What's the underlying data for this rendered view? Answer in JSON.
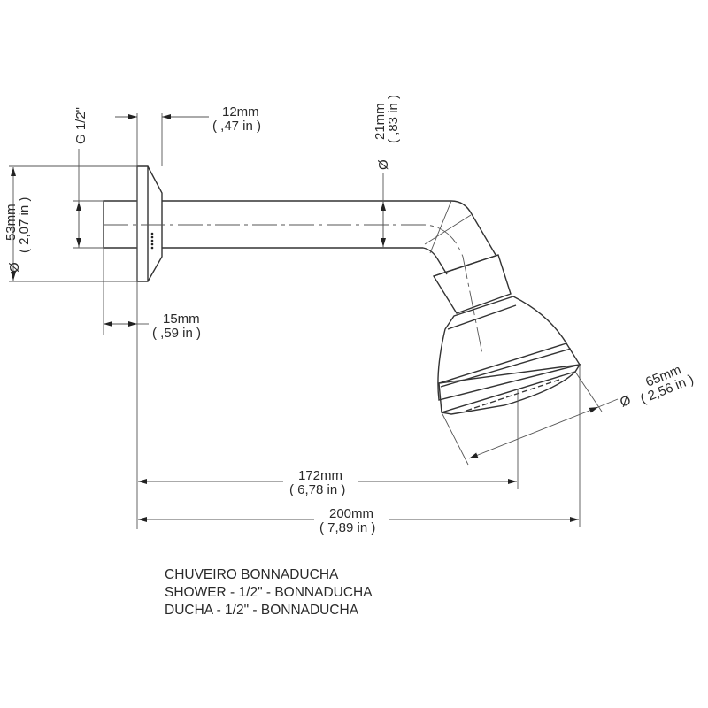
{
  "drawing": {
    "title_lines": [
      "CHUVEIRO BONNADUCHA",
      "SHOWER - 1/2\" - BONNADUCHA",
      "DUCHA - 1/2\" - BONNADUCHA"
    ],
    "dimensions": {
      "thread": {
        "label": "G 1/2\""
      },
      "flange_thickness": {
        "mm": "12mm",
        "in": "( ,47 in )"
      },
      "flange_diameter": {
        "symbol": "Ø",
        "mm": "53mm",
        "in": "( 2,07 in )"
      },
      "thread_length": {
        "mm": "15mm",
        "in": "( ,59 in )"
      },
      "pipe_diameter": {
        "symbol": "Ø",
        "mm": "21mm",
        "in": "( ,83 in )"
      },
      "head_diameter": {
        "symbol": "Ø",
        "mm": "65mm",
        "in": "( 2,56 in )"
      },
      "reach_to_center": {
        "mm": "172mm",
        "in": "( 6,78 in )"
      },
      "overall_length": {
        "mm": "200mm",
        "in": "( 7,89 in )"
      }
    },
    "colors": {
      "line": "#333333",
      "background": "#ffffff"
    }
  }
}
